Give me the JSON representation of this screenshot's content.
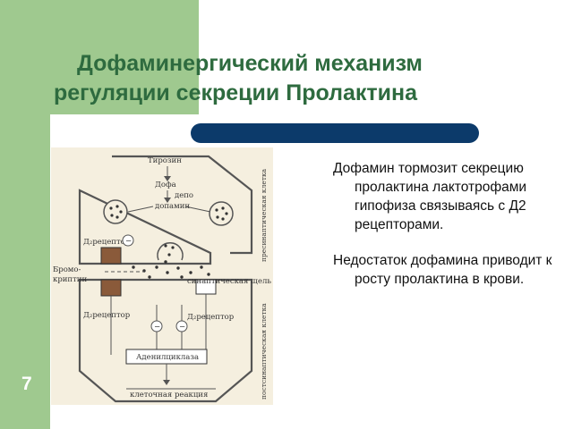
{
  "slide": {
    "title_line1": "Дофаминергический механизм",
    "title_line2": "регуляции секреции Пролактина",
    "page_number": "7",
    "bullets": [
      "Дофамин тормозит секрецию пролактина лактотрофами гипофиза связываясь с Д2 рецепторами.",
      "Недостаток дофамина приводит к росту пролактина в крови."
    ]
  },
  "diagram": {
    "labels": {
      "tyrosine": "Тирозин",
      "dopa": "Дофа",
      "depot": "депо",
      "dopamine": "допамин",
      "receptor_top": "Д₂рецептор",
      "bromo_1": "Бромо-",
      "bromo_2": "криптин",
      "receptor_left": "Д₂рецептор",
      "receptor_right": "Д₂рецептор",
      "synaptic_cleft": "синаптическая щель",
      "adenylate": "Аденилциклаза",
      "reaction": "клеточная реакция",
      "presynaptic": "пресинаптическая клетка",
      "postsynaptic": "постсинаптическая клетка",
      "minus": "−"
    }
  },
  "colors": {
    "title": "#2e6b3f",
    "sidebar": "#9fc98f",
    "bar": "#0c3a6a",
    "diagram_bg": "#f5efdf"
  }
}
